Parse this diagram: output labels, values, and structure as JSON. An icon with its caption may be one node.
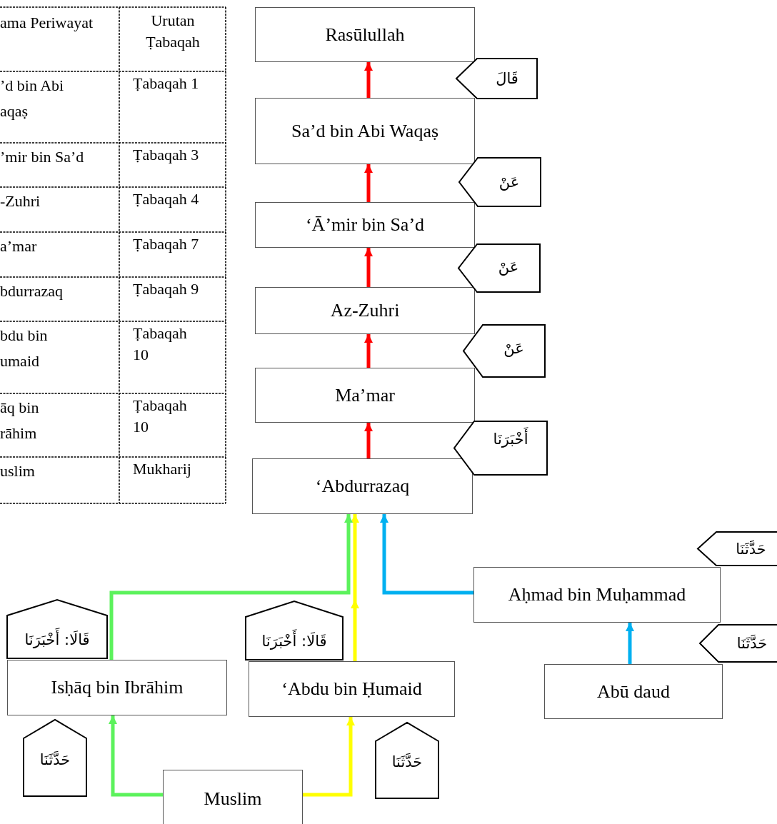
{
  "diagram": {
    "nodes": [
      {
        "text": [
          "Rasūlullah"
        ]
      },
      {
        "text": [
          "Sa’d bin Abi Waqaṣ"
        ]
      },
      {
        "text": [
          "‘Ā’mir bin Sa’d"
        ]
      },
      {
        "text": [
          "Az-Zuhri"
        ]
      },
      {
        "text": [
          "Ma’mar"
        ]
      },
      {
        "text": [
          "‘Abdurrazaq"
        ]
      },
      {
        "text": [
          "Aḥmad bin Muḥammad"
        ]
      },
      {
        "text": [
          "Abū daud"
        ]
      },
      {
        "text": [
          "Isḥāq bin Ibrāhim"
        ]
      },
      {
        "text": [
          "‘Abdu bin Ḥumaid"
        ]
      },
      {
        "text": [
          "Muslim"
        ]
      },
      {
        "text": [
          "قَالَ"
        ]
      },
      {
        "text": [
          "عَنْ"
        ]
      },
      {
        "text": [
          "عَنْ"
        ]
      },
      {
        "text": [
          "عَنْ"
        ]
      },
      {
        "text": [
          "أَخْبَرَنَا"
        ]
      },
      {
        "text": [
          "حَدَّثَنَا"
        ]
      },
      {
        "text": [
          "حَدَّثَنَا"
        ]
      },
      {
        "text": [
          "قَالَا: أَخْبَرَنَا"
        ]
      },
      {
        "text": [
          "قَالَا: أَخْبَرَنَا"
        ]
      },
      {
        "text": [
          "حَدَّثَنَا"
        ]
      },
      {
        "text": [
          "حَدَّثَنَا"
        ]
      }
    ],
    "edges": [
      {
        "from": 1,
        "to": 0,
        "arrow": "to"
      },
      {
        "from": 2,
        "to": 1,
        "arrow": "to"
      },
      {
        "from": 3,
        "to": 2,
        "arrow": "to"
      },
      {
        "from": 4,
        "to": 3,
        "arrow": "to"
      },
      {
        "from": 5,
        "to": 4,
        "arrow": "to"
      },
      {
        "from": 8,
        "to": 5,
        "arrow": "to",
        "color": "#5cf25c"
      },
      {
        "from": 9,
        "to": 5,
        "arrow": "to",
        "color": "#ffff00"
      },
      {
        "from": 6,
        "to": 5,
        "arrow": "to",
        "color": "#00b0f0"
      },
      {
        "from": 7,
        "to": 6,
        "arrow": "to",
        "color": "#00b0f0"
      },
      {
        "from": 10,
        "to": 8,
        "arrow": "to",
        "color": "#5cf25c"
      },
      {
        "from": 10,
        "to": 9,
        "arrow": "to",
        "color": "#ffff00"
      }
    ],
    "labels": [
      "ama Periwayat",
      "Urutan Ṭabaqah",
      "’d bin Abi aqaṣ",
      "Ṭabaqah 1",
      "’mir bin Sa’d",
      "Ṭabaqah 3",
      "-Zuhri",
      "Ṭabaqah 4",
      "a’mar",
      "Ṭabaqah 7",
      "bdurrazaq",
      "Ṭabaqah 9",
      "bdu bin umaid",
      "Ṭabaqah 10",
      "āq bin rāhim",
      "Ṭabaqah 10",
      "uslim",
      "Mukharij"
    ]
  }
}
